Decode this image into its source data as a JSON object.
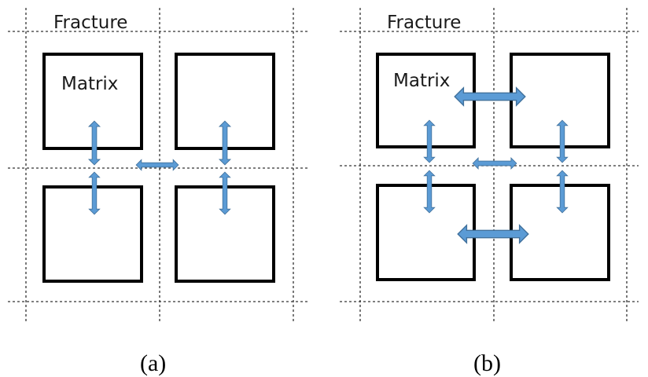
{
  "panels": [
    {
      "fracture_label": "Fracture",
      "matrix_label": "Matrix",
      "caption": "(a)"
    },
    {
      "fracture_label": "Fracture",
      "matrix_label": "Matrix",
      "caption": "(b)"
    }
  ],
  "colors": {
    "arrow_fill": "#5b9bd5",
    "arrow_stroke": "#41719c",
    "block_stroke": "#000000",
    "fracture_stroke": "#333333"
  }
}
